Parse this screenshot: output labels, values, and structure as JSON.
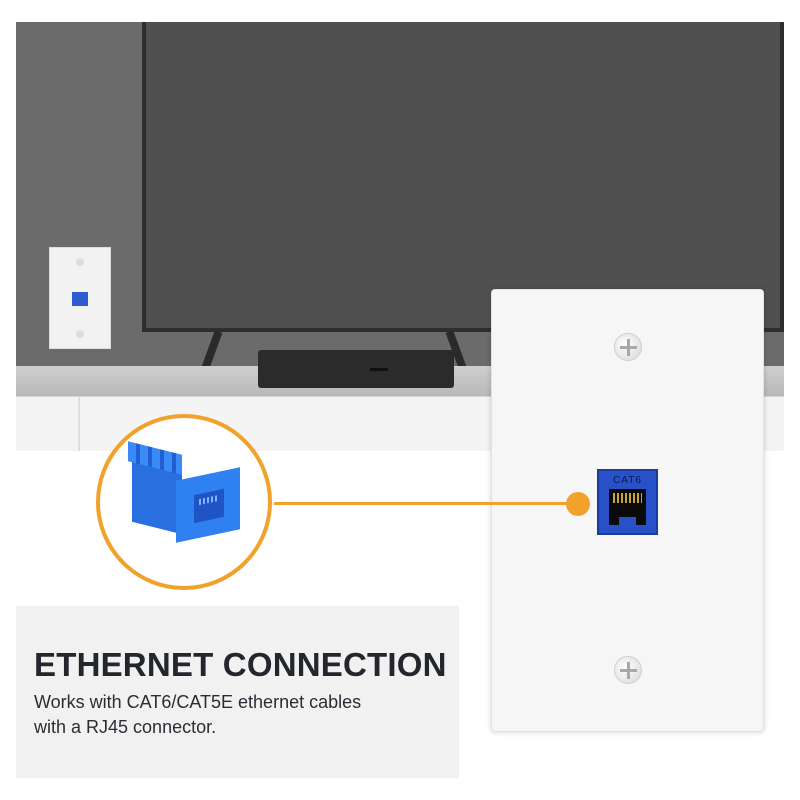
{
  "headline": "ETHERNET CONNECTION",
  "description_line1": "Works with CAT6/CAT5E ethernet cables",
  "description_line2": "with a RJ45 connector.",
  "jack_label": "CAT6",
  "colors": {
    "accent_orange": "#f0a22a",
    "jack_blue": "#2850c8",
    "keystone_blue": "#2f80f0",
    "headline_text": "#23262d",
    "panel_bg": "#f1f1f1"
  }
}
